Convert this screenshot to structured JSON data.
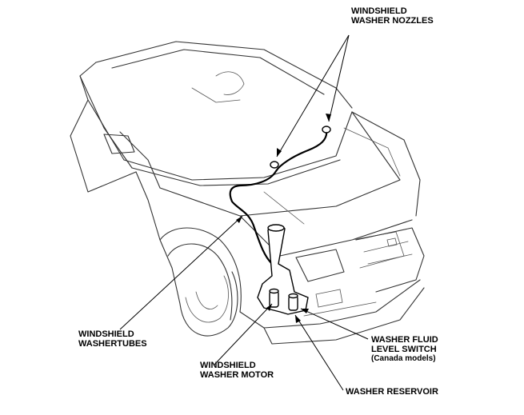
{
  "labels": {
    "nozzles_line1": "WINDSHIELD",
    "nozzles_line2": "WASHER NOZZLES",
    "tubes_line1": "WINDSHIELD",
    "tubes_line2": "WASHERTUBES",
    "motor_line1": "WINDSHIELD",
    "motor_line2": "WASHER MOTOR",
    "switch_line1": "WASHER FLUID",
    "switch_line2": "LEVEL SWITCH",
    "switch_line3": "(Canada models)",
    "reservoir": "WASHER RESERVOIR"
  }
}
